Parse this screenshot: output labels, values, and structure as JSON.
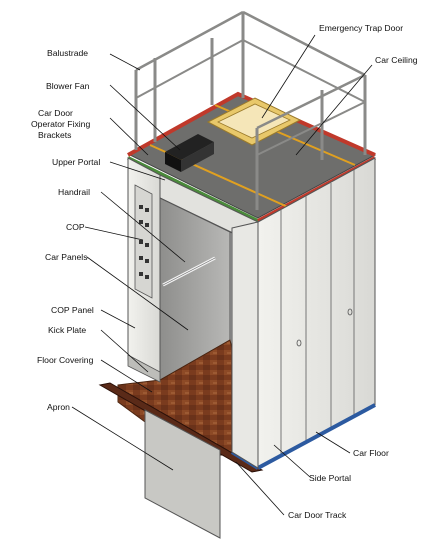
{
  "labels": {
    "balustrade": "Balustrade",
    "blower_fan": "Blower Fan",
    "car_door_operator_line1": "Car Door",
    "car_door_operator_line2": "Operator Fixing",
    "car_door_operator_line3": "Brackets",
    "upper_portal": "Upper Portal",
    "handrail": "Handrail",
    "cop": "COP",
    "car_panels": "Car Panels",
    "cop_panel": "COP Panel",
    "kick_plate": "Kick Plate",
    "floor_covering": "Floor Covering",
    "apron": "Apron",
    "emergency_trap_door": "Emergency Trap Door",
    "car_ceiling": "Car Ceiling",
    "car_floor": "Car Floor",
    "side_portal": "Side Portal",
    "car_door_track": "Car Door Track"
  },
  "colors": {
    "frame_red": "#c0392b",
    "frame_green": "#4a8a3a",
    "frame_blue": "#2c5aa0",
    "floor_wood": "#7a3b1e",
    "panel_gray": "#e6e6e2",
    "steel": "#9a9a96",
    "ceiling": "#6e6e6c",
    "trap_door_yellow": "#e8c86a"
  }
}
